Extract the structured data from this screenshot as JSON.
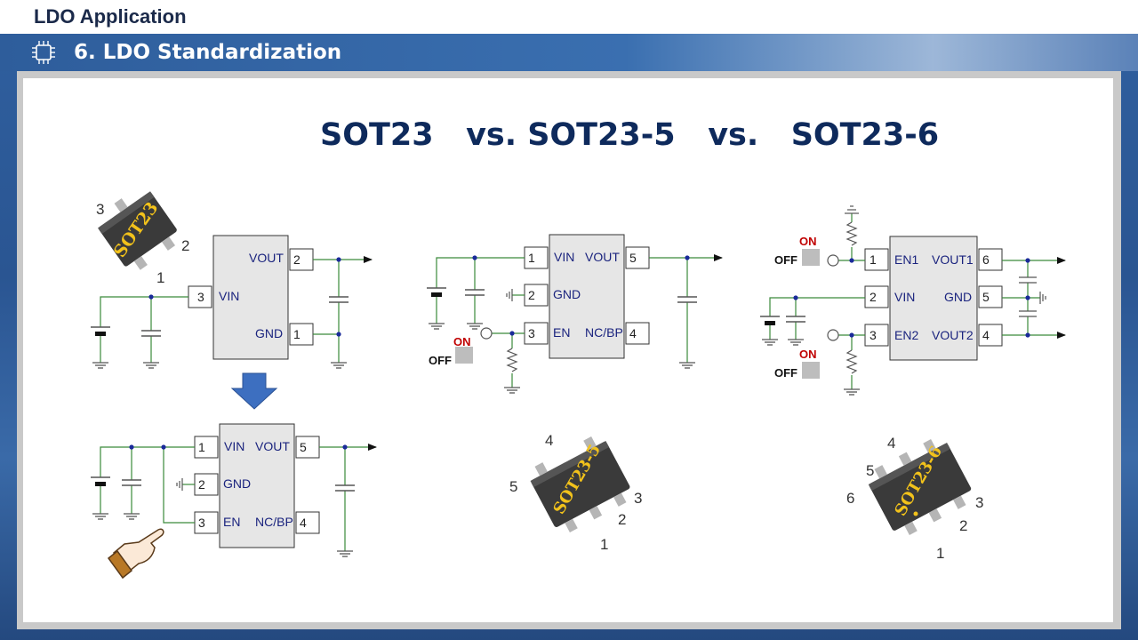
{
  "header": {
    "app_title": "LDO Application",
    "section_title": "6. LDO Standardization"
  },
  "main": {
    "title": "SOT23   vs. SOT23-5   vs.   SOT23-6"
  },
  "package_labels": {
    "sot23": "SOT23",
    "sot23_5": "SOT23-5",
    "sot23_6": "SOT23-6"
  },
  "circuit_sot23": {
    "pins": {
      "vout": "VOUT",
      "vin": "VIN",
      "gnd": "GND"
    },
    "pin_numbers": {
      "vout": "2",
      "vin": "3",
      "gnd": "1"
    },
    "package_pins": {
      "p3": "3",
      "p2": "2",
      "p1": "1"
    }
  },
  "circuit_sot23_5_converted": {
    "pins": {
      "vin": "VIN",
      "vout": "VOUT",
      "gnd": "GND",
      "en": "EN",
      "ncbp": "NC/BP"
    },
    "pin_numbers": {
      "vin": "1",
      "vout": "5",
      "gnd": "2",
      "en": "3",
      "ncbp": "4"
    }
  },
  "circuit_sot23_5": {
    "pins": {
      "vin": "VIN",
      "vout": "VOUT",
      "gnd": "GND",
      "en": "EN",
      "ncbp": "NC/BP"
    },
    "pin_numbers": {
      "vin": "1",
      "vout": "5",
      "gnd": "2",
      "en": "3",
      "ncbp": "4"
    },
    "switch": {
      "on": "ON",
      "off": "OFF"
    },
    "package_pins": {
      "p1": "1",
      "p2": "2",
      "p3": "3",
      "p4": "4",
      "p5": "5"
    }
  },
  "circuit_sot23_6": {
    "pins": {
      "en1": "EN1",
      "vout1": "VOUT1",
      "vin": "VIN",
      "gnd": "GND",
      "en2": "EN2",
      "vout2": "VOUT2"
    },
    "pin_numbers": {
      "en1": "1",
      "vout1": "6",
      "vin": "2",
      "gnd": "5",
      "en2": "3",
      "vout2": "4"
    },
    "switch": {
      "on": "ON",
      "off": "OFF"
    },
    "package_pins": {
      "p1": "1",
      "p2": "2",
      "p3": "3",
      "p4": "4",
      "p5": "5",
      "p6": "6"
    }
  },
  "colors": {
    "wire": "#3a8a3a",
    "node": "#1a2a9a",
    "ic_fill": "#e6e6e6",
    "pkg_text": "#f2c21b",
    "title": "#0e2a5c",
    "switch_on": "#c00000"
  }
}
